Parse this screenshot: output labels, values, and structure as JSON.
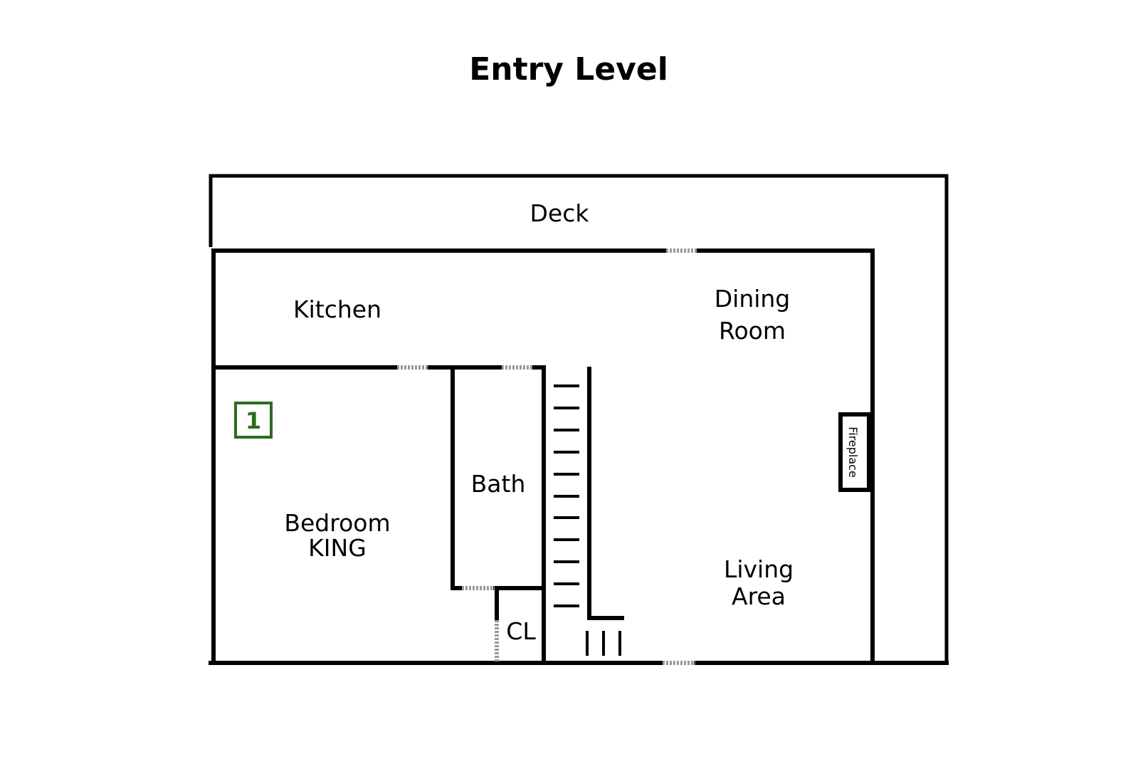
{
  "title": "Entry Level",
  "rooms": {
    "deck": "Deck",
    "kitchen": "Kitchen",
    "dining_line1": "Dining",
    "dining_line2": "Room",
    "bath": "Bath",
    "bedroom_line1": "Bedroom",
    "bedroom_line2": "KING",
    "closet": "CL",
    "living_line1": "Living",
    "living_line2": "Area",
    "fireplace": "Fireplace"
  },
  "bedroom_badge": "1",
  "colors": {
    "wall": "#000000",
    "badge": "#2d6b22",
    "door": "#9a9a9a"
  }
}
